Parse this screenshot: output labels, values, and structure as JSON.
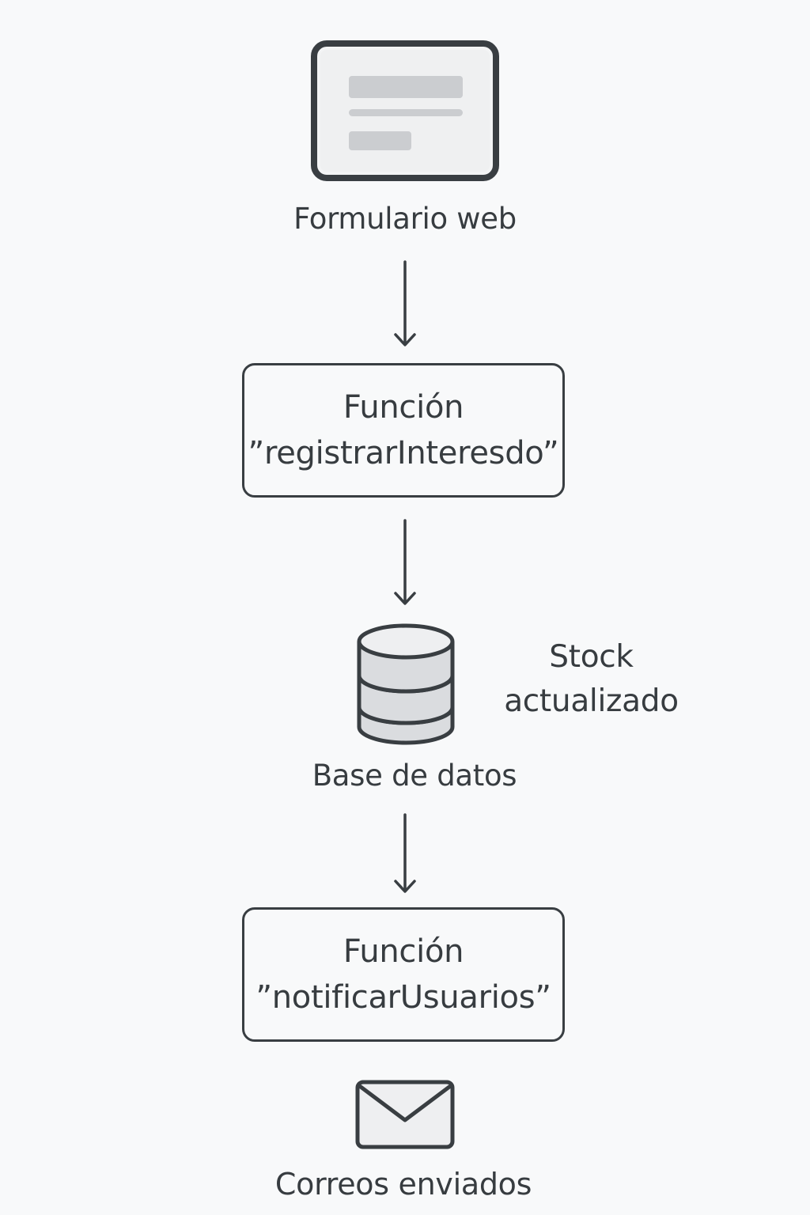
{
  "nodes": {
    "web_form": {
      "label": "Formulario web",
      "icon": "web-form-icon"
    },
    "register_function": {
      "title": "Función",
      "name": "”registrarInteresdo”"
    },
    "database": {
      "label": "Base de datos",
      "icon": "database-icon",
      "note_line1": "Stock",
      "note_line2": "actualizado"
    },
    "notify_function": {
      "title": "Función",
      "name": "”notificarUsuarios”"
    },
    "emails": {
      "label": "Correos enviados",
      "icon": "envelope-icon"
    }
  },
  "colors": {
    "background": "#f8f9fa",
    "stroke": "#393e42",
    "fill_light": "#eeeff1",
    "fill_gray": "#cbcdd0",
    "db_fill": "#dadcdf"
  }
}
